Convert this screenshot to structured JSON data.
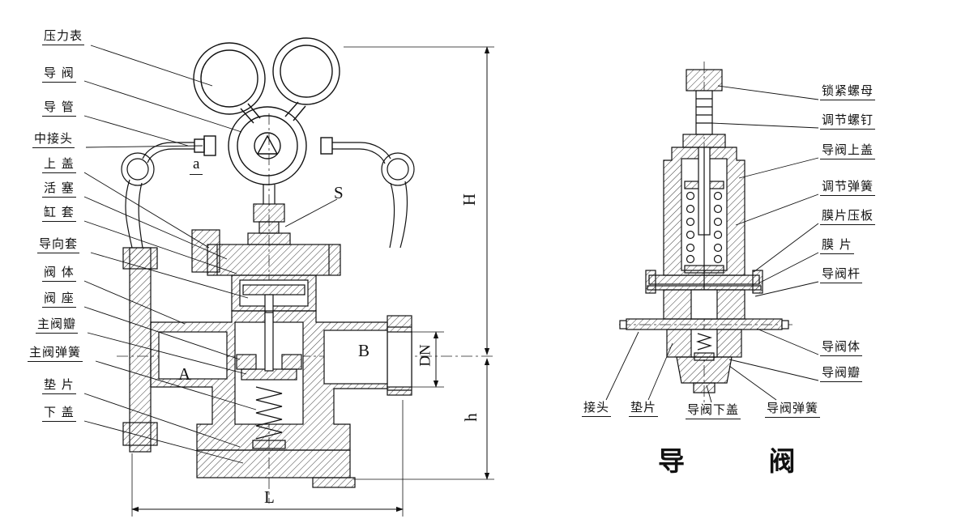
{
  "main_view": {
    "part_labels": [
      "压力表",
      "导 阀",
      "导 管",
      "中接头",
      "上 盖",
      "活 塞",
      "缸 套",
      "导向套",
      "阀 体",
      "阀 座",
      "主阀瓣",
      "主阀弹簧",
      "垫 片",
      "下 盖"
    ],
    "dims": {
      "H": "H",
      "DN": "DN",
      "h": "h",
      "L": "L",
      "a": "a",
      "S": "S",
      "A": "A",
      "B": "B"
    }
  },
  "pilot_view": {
    "part_labels_right": [
      "锁紧螺母",
      "调节螺钉",
      "导阀上盖",
      "调节弹簧",
      "膜片压板",
      "膜 片",
      "导阀杆",
      "导阀体",
      "导阀瓣"
    ],
    "part_labels_bottom": [
      "接头",
      "垫片",
      "导阀下盖",
      "导阀弹簧"
    ],
    "caption": "导 阀"
  }
}
